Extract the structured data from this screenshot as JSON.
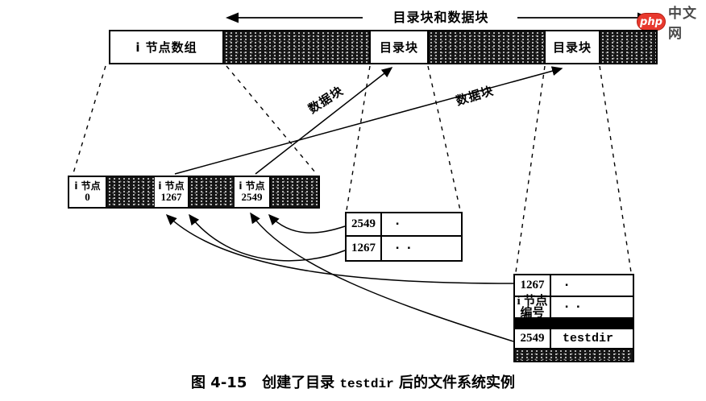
{
  "logo": {
    "php": "php",
    "site": "中文网",
    "accent_color": "#e8392e"
  },
  "top_arrow": {
    "label": "目录块和数据块"
  },
  "inode_array_bar": {
    "inode_array_label": "i 节点数组",
    "dir_block1_label": "目录块",
    "dir_block2_label": "目录块"
  },
  "inode_detail_bar": {
    "cells": [
      {
        "line1": "i 节点",
        "line2": "0"
      },
      {
        "line1": "i 节点",
        "line2": "1267"
      },
      {
        "line1": "i 节点",
        "line2": "2549"
      }
    ]
  },
  "datablock_arrows": {
    "label1": "数据块",
    "label2": "数据块"
  },
  "testdir_block_table": {
    "rows": [
      {
        "inode": "2549",
        "name": "."
      },
      {
        "inode": "1267",
        "name": ".."
      }
    ]
  },
  "parent_block_table": {
    "row1": {
      "inode": "1267",
      "name": "."
    },
    "row2": {
      "label_line1": "i 节点",
      "label_line2": "编号",
      "name": ".."
    },
    "row4": {
      "inode": "2549",
      "name": "testdir"
    }
  },
  "caption": {
    "fig": "图 4-15",
    "before": "创建了目录 ",
    "code": "testdir",
    "after": " 后的文件系统实例"
  },
  "colors": {
    "ink": "#000000",
    "hatch_bg": "#161616"
  }
}
